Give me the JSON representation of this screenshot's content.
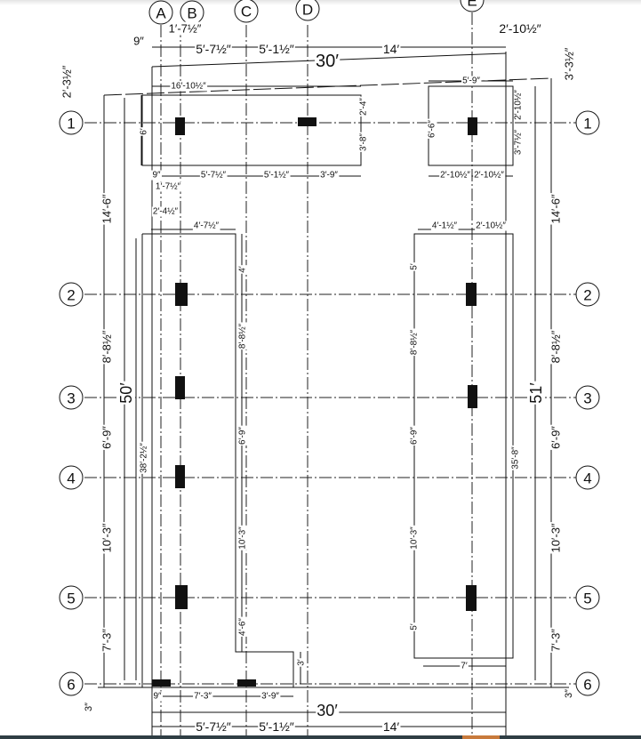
{
  "grid_columns": [
    "A",
    "B",
    "C",
    "D",
    "E"
  ],
  "grid_rows": [
    "1",
    "2",
    "3",
    "4",
    "5",
    "6"
  ],
  "dimensions": [
    "1′-7½″",
    "9″",
    "5′-7½″",
    "5′-1½″",
    "14′",
    "2′-10½″",
    "30′",
    "3′-3½″",
    "2′-3½″",
    "16′-10½″",
    "6′",
    "2′-4″",
    "3′-8″",
    "9″",
    "5′-7½″",
    "5′-1½″",
    "3′-9″",
    "1′-7½″",
    "5′-9″",
    "6′-6″",
    "2′-10½″",
    "3′-7½″",
    "2′-10½″",
    "2′-10½″",
    "2′-4½″",
    "4′-7½″",
    "4′",
    "8′-8½″",
    "6′-9″",
    "10′-3″",
    "4′-6″",
    "38′-2½″",
    "3′",
    "9″",
    "7′-3″",
    "3′-9″",
    "4′-1½″",
    "2′-10½″",
    "5′",
    "8′-8½″",
    "6′-9″",
    "10′-3″",
    "5′",
    "35′-8″",
    "7′",
    "14′-6″",
    "8′-8½″",
    "50′",
    "6′-9″",
    "10′-3″",
    "7′-3″",
    "3″",
    "14′-6″",
    "8′-8½″",
    "51′",
    "6′-9″",
    "10′-3″",
    "7′-3″",
    "3″",
    "30′",
    "5′-7½″",
    "5′-1½″",
    "14′"
  ],
  "colors": {
    "line": "#111111",
    "taskbar": "#2f3e44",
    "taskbar_accent": "#c87a3c"
  }
}
